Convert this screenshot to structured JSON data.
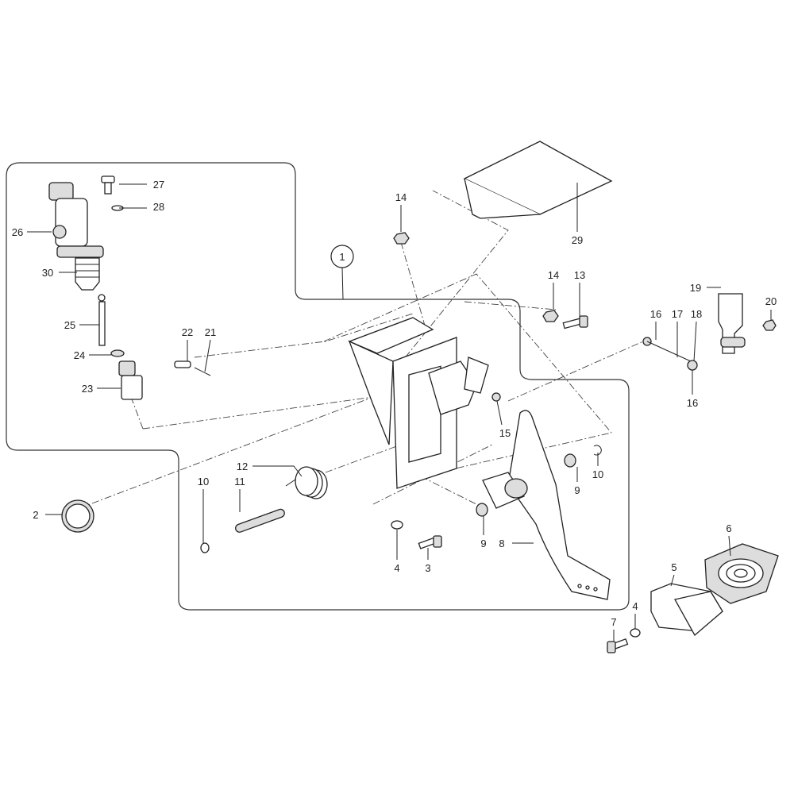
{
  "title": "Clutch pedal assembly exploded parts diagram",
  "callouts": [
    "27",
    "28",
    "26",
    "30",
    "25",
    "24",
    "23",
    "22",
    "21",
    "14",
    "29",
    "1",
    "14",
    "13",
    "19",
    "20",
    "16",
    "17",
    "18",
    "16",
    "15",
    "12",
    "10",
    "11",
    "10",
    "9",
    "2",
    "9",
    "8",
    "4",
    "3",
    "6",
    "5",
    "4",
    "7"
  ]
}
